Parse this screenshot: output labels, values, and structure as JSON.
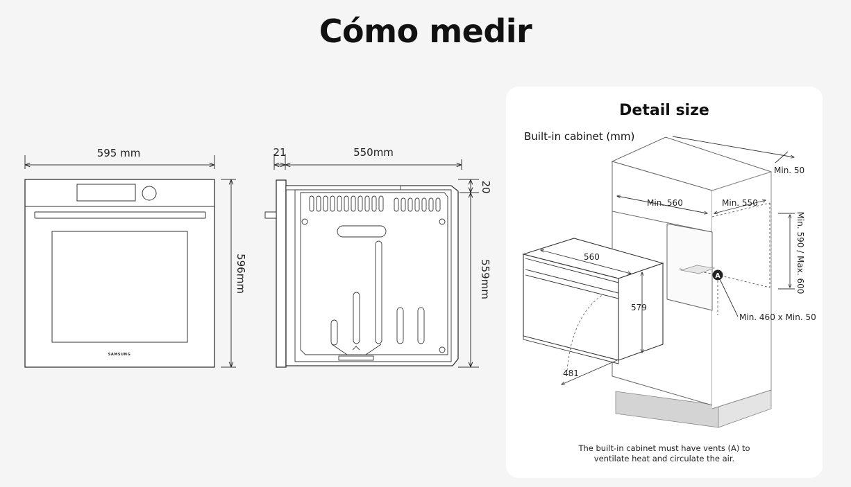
{
  "title": "Cómo medir",
  "front_view": {
    "width_label": "595 mm",
    "height_label": "596mm",
    "brand": "SAMSUNG"
  },
  "side_view": {
    "door_label": "21",
    "depth_label": "550mm",
    "top_label": "20",
    "height_label": "559mm"
  },
  "detail": {
    "title": "Detail size",
    "subtitle": "Built-in cabinet (mm)",
    "labels": {
      "min_50_top": "Min. 50",
      "min_560": "Min. 560",
      "min_550": "Min. 550",
      "min_max_height": "Min. 590 / Max. 600",
      "vent_marker": "A",
      "vent_size": "Min. 460 x Min. 50",
      "oven_width": "560",
      "oven_height": "579",
      "oven_depth": "481"
    },
    "note_line1": "The built-in cabinet must have vents (A) to",
    "note_line2": "ventilate heat and circulate the air."
  }
}
